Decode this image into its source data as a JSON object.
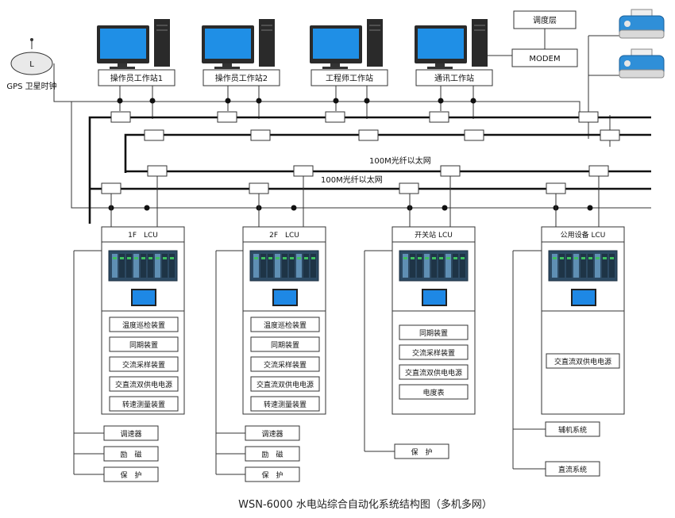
{
  "title": "WSN-6000 水电站综合自动化系统结构图（多机多网）",
  "gps": {
    "label": "GPS 卫星时钟",
    "symbol": "L"
  },
  "stations": [
    {
      "label": "操作员工作站1"
    },
    {
      "label": "操作员工作站2"
    },
    {
      "label": "工程师工作站"
    },
    {
      "label": "通讯工作站"
    }
  ],
  "dispatch": {
    "label": "调度层"
  },
  "modem": {
    "label": "MODEM"
  },
  "networks": [
    {
      "label": "100M光纤以太网"
    },
    {
      "label": "100M光纤以太网"
    }
  ],
  "lcus": [
    {
      "title": "1F　LCU",
      "devices": [
        "温度巡检装置",
        "同期装置",
        "交流采样装置",
        "交直流双供电电源",
        "转速测量装置"
      ],
      "external": [
        "调速器",
        "励　磁",
        "保　护"
      ]
    },
    {
      "title": "2F　LCU",
      "devices": [
        "温度巡检装置",
        "同期装置",
        "交流采样装置",
        "交直流双供电电源",
        "转速测量装置"
      ],
      "external": [
        "调速器",
        "励　磁",
        "保　护"
      ]
    },
    {
      "title": "开关站 LCU",
      "devices": [
        "同期装置",
        "交流采样装置",
        "交直流双供电电源",
        "电度表"
      ],
      "external": [
        "保　护"
      ]
    },
    {
      "title": "公用设备 LCU",
      "devices": [
        "交直流双供电电源"
      ],
      "external": [
        "辅机系统",
        "直流系统"
      ]
    }
  ],
  "colors": {
    "line": "#111111",
    "box_border": "#333333",
    "screen": "#1e88e5",
    "printer": "#2f8fd8"
  }
}
